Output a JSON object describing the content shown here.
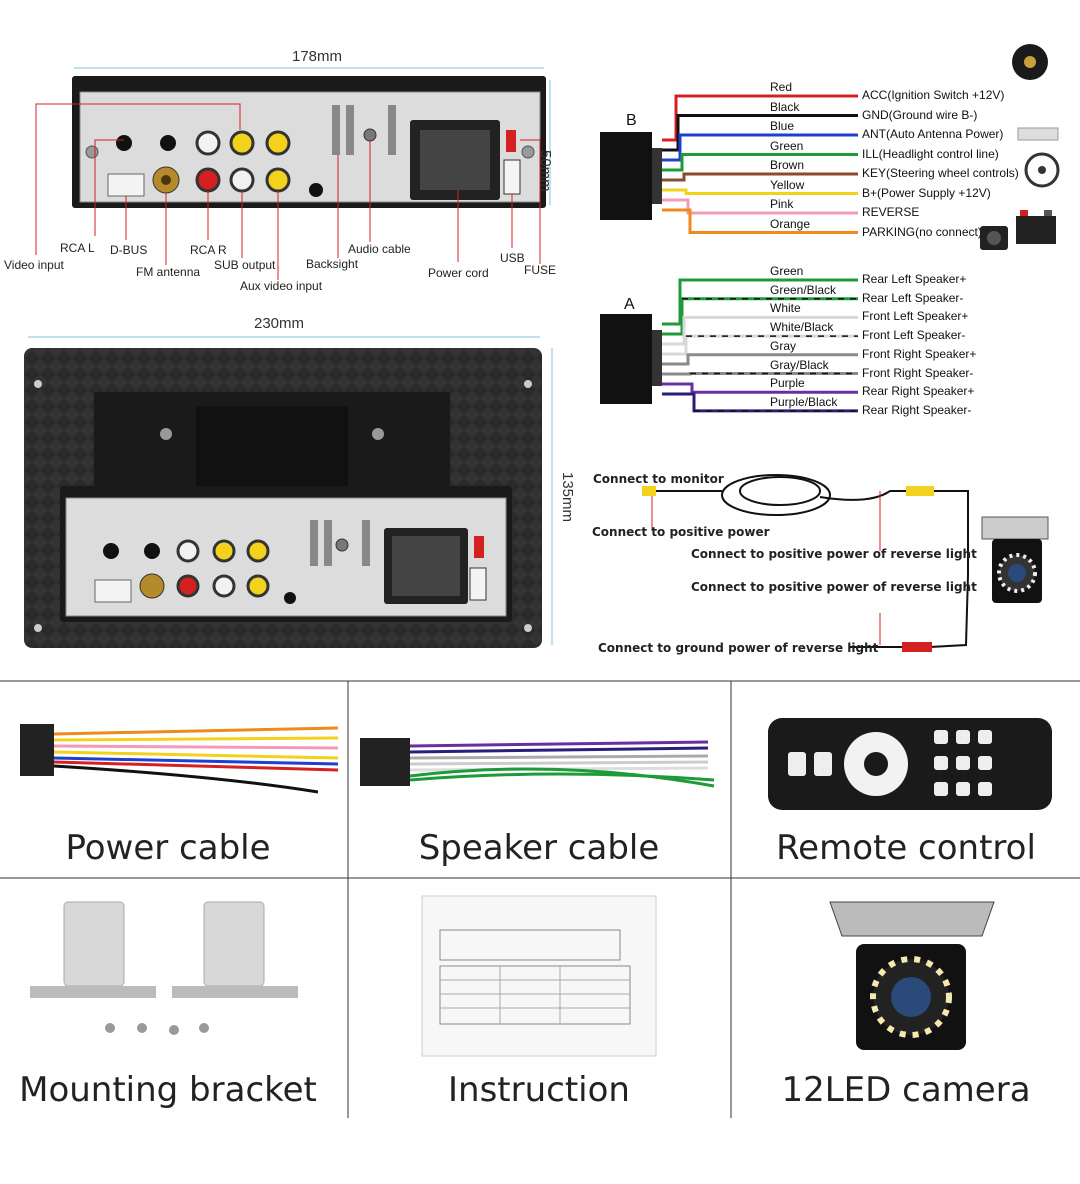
{
  "rear_panel": {
    "width_label": "178mm",
    "height_label": "50mm",
    "labels": {
      "rca_l": "RCA L",
      "video_input": "Video input",
      "d_bus": "D-BUS",
      "fm_antenna": "FM antenna",
      "rca_r": "RCA R",
      "sub_output": "SUB output",
      "aux_video_input": "Aux video input",
      "backsight": "Backsight",
      "audio_cable": "Audio cable",
      "power_cord": "Power cord",
      "usb": "USB",
      "fuse": "FUSE"
    }
  },
  "side_panel": {
    "width_label": "230mm",
    "height_label": "135mm"
  },
  "connector_b": {
    "letter": "B",
    "wires": [
      {
        "color_name": "Red",
        "hex": "#d42020",
        "function": "ACC(Ignition Switch +12V)"
      },
      {
        "color_name": "Black",
        "hex": "#111111",
        "function": "GND(Ground wire B-)"
      },
      {
        "color_name": "Blue",
        "hex": "#1e3fd0",
        "function": "ANT(Auto Antenna Power)"
      },
      {
        "color_name": "Green",
        "hex": "#1f9a3a",
        "function": "ILL(Headlight control line)"
      },
      {
        "color_name": "Brown",
        "hex": "#8b4a2b",
        "function": "KEY(Steering wheel controls)"
      },
      {
        "color_name": "Yellow",
        "hex": "#f2d21c",
        "function": "B+(Power Supply +12V)"
      },
      {
        "color_name": "Pink",
        "hex": "#f29ab8",
        "function": "REVERSE"
      },
      {
        "color_name": "Orange",
        "hex": "#f08a1e",
        "function": "PARKING(no connect)"
      }
    ]
  },
  "connector_a": {
    "letter": "A",
    "wires": [
      {
        "color_name": "Green",
        "hex": "#1f9a3a",
        "function": "Rear Left Speaker+"
      },
      {
        "color_name": "Green/Black",
        "hex": "#1f9a3a",
        "function": "Rear Left Speaker-"
      },
      {
        "color_name": "White",
        "hex": "#d8d8d8",
        "function": "Front Left Speaker+"
      },
      {
        "color_name": "White/Black",
        "hex": "#d8d8d8",
        "function": "Front Left Speaker-"
      },
      {
        "color_name": "Gray",
        "hex": "#8a8a8a",
        "function": "Front Right Speaker+"
      },
      {
        "color_name": "Gray/Black",
        "hex": "#8a8a8a",
        "function": "Front Right Speaker-"
      },
      {
        "color_name": "Purple",
        "hex": "#6a2ea0",
        "function": "Rear Right Speaker+"
      },
      {
        "color_name": "Purple/Black",
        "hex": "#2a1e7a",
        "function": "Rear Right Speaker-"
      }
    ]
  },
  "camera_wiring": {
    "connect_to_monitor": "Connect to monitor",
    "connect_to_positive_power": "Connect to positive power",
    "positive_reverse_light_1": "Connect to positive power of reverse light",
    "positive_reverse_light_2": "Connect to positive power of reverse light",
    "ground_reverse_light": "Connect to ground power of reverse light"
  },
  "accessories": [
    {
      "title": "Power cable",
      "icon": "power-cable-icon"
    },
    {
      "title": "Speaker cable",
      "icon": "speaker-cable-icon"
    },
    {
      "title": "Remote control",
      "icon": "remote-control-icon"
    },
    {
      "title": "Mounting bracket",
      "icon": "mounting-bracket-icon"
    },
    {
      "title": "Instruction",
      "icon": "instruction-manual-icon"
    },
    {
      "title": "12LED camera",
      "icon": "led-camera-icon"
    }
  ]
}
